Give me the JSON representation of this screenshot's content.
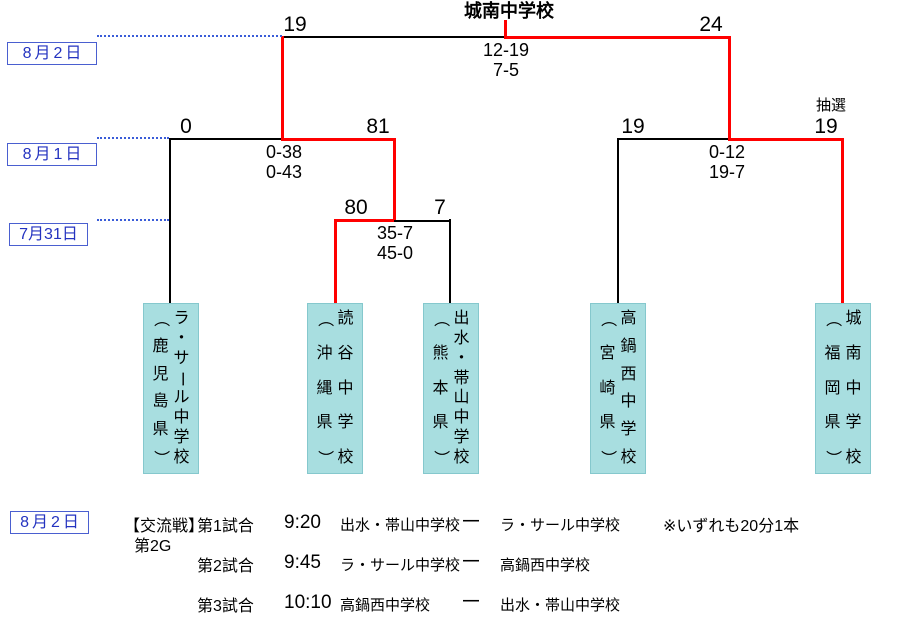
{
  "champion": {
    "name": "城南中学校"
  },
  "round_dates": {
    "final": "8月2日",
    "semi": "8月1日",
    "quarter": "7月31日"
  },
  "bracket": {
    "final": {
      "left_score": "19",
      "right_score": "24",
      "result": [
        "12-19",
        "7-5"
      ]
    },
    "semi_left": {
      "left_score": "0",
      "right_score": "81",
      "result": [
        "0-38",
        "0-43"
      ]
    },
    "semi_right": {
      "left_score": "19",
      "right_score": "19",
      "right_note": "抽選",
      "result": [
        "0-12",
        "19-7"
      ]
    },
    "quarter": {
      "left_score": "80",
      "right_score": "7",
      "result": [
        "35-7",
        "45-0"
      ]
    },
    "teams": [
      {
        "name": "ラ・サール中学校",
        "pref": "（鹿児島県）"
      },
      {
        "name": "読谷中学校",
        "pref": "（沖縄県）"
      },
      {
        "name": "出水・帯山中学校",
        "pref": "（熊本県）"
      },
      {
        "name": "高鍋西中学校",
        "pref": "（宮崎県）"
      },
      {
        "name": "城南中学校",
        "pref": "（福岡県）"
      }
    ]
  },
  "schedule": {
    "date": "8月2日",
    "category": "【交流戦】",
    "ground": "第2G",
    "note": "※いずれも20分1本",
    "rows": [
      {
        "label": "第1試合",
        "time": "9:20",
        "team1": "出水・帯山中学校",
        "vs": "―",
        "team2": "ラ・サール中学校"
      },
      {
        "label": "第2試合",
        "time": "9:45",
        "team1": "ラ・サール中学校",
        "vs": "―",
        "team2": "高鍋西中学校"
      },
      {
        "label": "第3試合",
        "time": "10:10",
        "team1": "高鍋西中学校",
        "vs": "―",
        "team2": "出水・帯山中学校"
      }
    ]
  },
  "colors": {
    "winner_path": "#ff0000",
    "bracket_line": "#000000",
    "date_blue": "#2433c0",
    "team_box_fill": "#a8dee0"
  }
}
